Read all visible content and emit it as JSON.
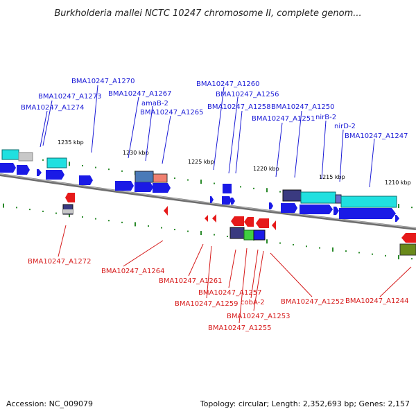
{
  "title": "Burkholderia mallei NCTC 10247 chromosome II, complete genom...",
  "footer": {
    "accession": "Accession: NC_009079",
    "summary": "Topology: circular; Length: 2,352,693 bp; Genes: 2,157"
  },
  "colors": {
    "forward_gene": "#1a1ae6",
    "reverse_gene": "#e61a1a",
    "forward_label": "#1a1ad6",
    "reverse_label": "#d61a1a",
    "backbone": "#7a7a7a",
    "tick": "#2a8a2a",
    "cyan_block": "#20e0e0",
    "navy_block": "#3a3a80",
    "olive_block": "#6a8a1a",
    "green_block": "#40d040"
  },
  "scale_labels": [
    "1235 kbp",
    "1230 kbp",
    "1225 kbp",
    "1220 kbp",
    "1215 kbp",
    "1210 kbp"
  ],
  "forward_labels": [
    "BMA10247_A1270",
    "BMA10247_A1273",
    "BMA10247_A1267",
    "BMA10247_A1274",
    "amaB-2",
    "BMA10247_A1265",
    "BMA10247_A1260",
    "BMA10247_A1256",
    "BMA10247_A1258",
    "BMA10247_A1250",
    "BMA10247_A1251",
    "nirB-2",
    "nirD-2",
    "BMA10247_A1247"
  ],
  "reverse_labels": [
    "BMA10247_A1272",
    "BMA10247_A1264",
    "BMA10247_A1261",
    "BMA10247_A1257",
    "BMA10247_A1259",
    "cobA-2",
    "BMA10247_A1252",
    "BMA10247_A1244",
    "BMA10247_A1253",
    "BMA10247_A1255"
  ]
}
